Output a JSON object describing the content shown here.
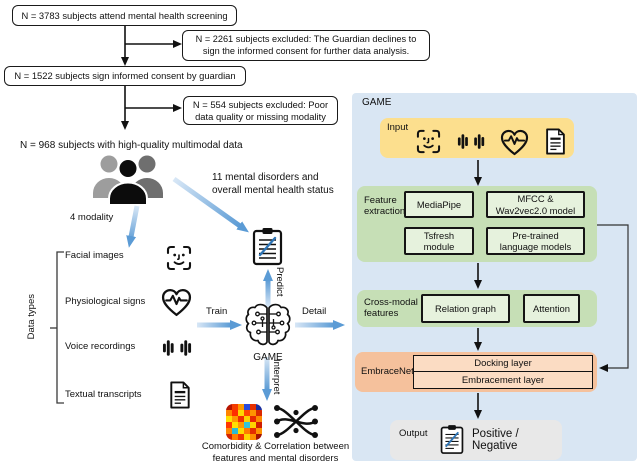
{
  "flowchart": {
    "screening_box": "N = 3783 subjects attend mental health screening",
    "excluded_box_1": "N = 2261 subjects excluded: The Guardian declines to sign the informed consent for further data analysis.",
    "consent_box": "N = 1522 subjects sign informed consent by guardian",
    "excluded_box_2": "N = 554 subjects excluded: Poor data quality or missing modality",
    "final_count": "N = 968 subjects with high-quality multimodal data",
    "modality_label": "4 modality",
    "disorders_label": "11 mental disorders and\noverall mental health status",
    "predict_label": "Predict",
    "train_label": "Train",
    "detail_label": "Detail",
    "interpret_label": "Interpret",
    "model_name": "GAME",
    "caption": "Comorbidity & Correlation between\nfeatures and mental disorders",
    "data_types_label": "Data types",
    "data_types": [
      {
        "label": "Facial images",
        "icon": "face-scan-icon"
      },
      {
        "label": "Physiological signs",
        "icon": "heart-ecg-icon"
      },
      {
        "label": "Voice recordings",
        "icon": "waveform-icon"
      },
      {
        "label": "Textual transcripts",
        "icon": "document-icon"
      }
    ]
  },
  "panel": {
    "title": "GAME",
    "input_label": "Input",
    "input_icons": [
      "face-scan-icon",
      "waveform-icon",
      "heart-ecg-icon",
      "document-icon"
    ],
    "feature_extraction_label": "Feature extraction",
    "feature_boxes": [
      "MediaPipe",
      "MFCC &\nWav2vec2.0 model",
      "Tsfresh\nmodule",
      "Pre-trained\nlanguage models"
    ],
    "cross_modal_label": "Cross-modal features",
    "cross_modal_boxes": [
      "Relation graph",
      "Attention"
    ],
    "embracenet_label": "EmbraceNet",
    "embracenet_layers": [
      "Docking layer",
      "Embracement layer"
    ],
    "output_label": "Output",
    "output_value": "Positive / Negative"
  },
  "colors": {
    "panel_bg": "#d9e6f3",
    "input_bg": "#fcdf8e",
    "stage_green": "#c6dfb6",
    "box_green": "#e6f2dd",
    "embrace_bg": "#f5c19c",
    "layer_bg": "#fbdcc3",
    "output_bg": "#e8e8e8",
    "arrow_blue": "#5b9bd5",
    "arrow_blue_light": "#d8e7f6"
  },
  "icons": {
    "heatmap_palette": [
      "#b71500",
      "#f43b00",
      "#ff9800",
      "#2a4bdb",
      "#e63000",
      "#1b2f9e",
      "#ff8400",
      "#ff2e00",
      "#ffd800",
      "#ff4500",
      "#ff9300",
      "#d92800",
      "#ffdf00",
      "#ff9800",
      "#ef3000",
      "#ffd000",
      "#e82900",
      "#ff8a00",
      "#ff3700",
      "#ffdf00",
      "#ff9900",
      "#35c4d8",
      "#ffd400",
      "#cf1d00",
      "#ff8500",
      "#2bb9d4",
      "#ffdb00",
      "#ff7b00",
      "#e32d00",
      "#ff9300",
      "#d42300",
      "#ff8000",
      "#ef3500",
      "#ffd600",
      "#ff8e00",
      "#a31200"
    ]
  }
}
